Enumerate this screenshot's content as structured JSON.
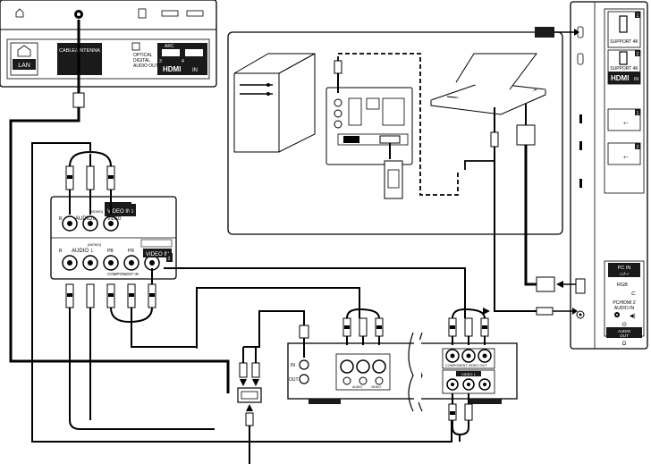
{
  "tv_top_panel": {
    "lan": "LAN",
    "cable_antenna": "CABLE/ANTENNA",
    "optical_line1": "OPTICAL",
    "optical_line2": "DIGITAL",
    "optical_line3": "AUDIO OUT",
    "arc": "ARC",
    "port3": "3",
    "port4": "4",
    "hdmi": "HDMI",
    "hdmi_in": "IN"
  },
  "tv_side_panel": {
    "port1": "1",
    "port2": "2",
    "support_4k_1": "SUPPORT 4K",
    "support_4k_2": "SUPPORT 4K",
    "hdmi": "HDMI",
    "hdmi_in": "IN",
    "usb1": "1",
    "usb2": "2",
    "pc_in": "PC IN",
    "rgb": "RGB",
    "pc_audio_line1": "PC/HDMI 2",
    "pc_audio_line2": "AUDIO IN",
    "audio_out_line1": "AUDIO",
    "audio_out_line2": "OUT"
  },
  "tv_rear_panel": {
    "audio_r": "R",
    "audio": "AUDIO",
    "audio_l": "L",
    "mono": "(MONO)",
    "video_in_1": "VIDEO IN",
    "video": "VIDEO",
    "in1": "1",
    "audio_r2": "R",
    "audio2": "AUDIO",
    "audio_l2": "L",
    "mono2": "(MONO)",
    "pb": "PB",
    "pr": "PR",
    "y": "Y",
    "component": "COMPONENT IN",
    "video_in_2": "VIDEO IN",
    "in2": "2"
  },
  "player": {
    "in": "IN",
    "out": "OUT",
    "component_video_out": "COMPONENT VIDEO OUT",
    "video_1": "VIDEO 1",
    "audio": "AUDIO",
    "video": "VIDEO"
  },
  "colors": {
    "line": "#000000",
    "panel": "#ffffff",
    "dark": "#1a1a1a"
  }
}
